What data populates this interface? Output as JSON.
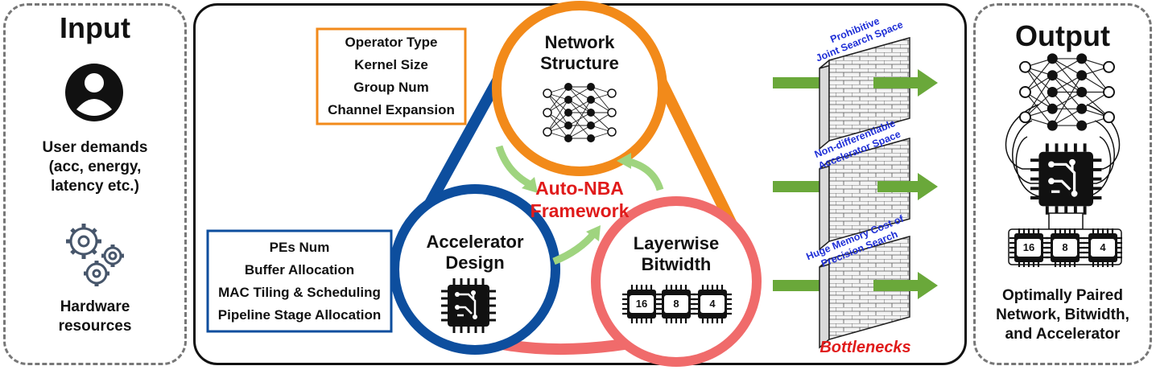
{
  "input": {
    "title": "Input",
    "user_demands": [
      "User demands",
      "(acc, energy,",
      "latency etc.)"
    ],
    "hardware": [
      "Hardware",
      "resources"
    ],
    "icons": [
      "user-icon",
      "gears-icon"
    ]
  },
  "framework": {
    "network": {
      "title": [
        "Network",
        "Structure"
      ],
      "icon": "neural-network-icon"
    },
    "accelerator": {
      "title": [
        "Accelerator",
        "Design"
      ],
      "icon": "chip-icon"
    },
    "bitwidth": {
      "title": [
        "Layerwise",
        "Bitwidth"
      ],
      "chips": [
        "16",
        "8",
        "4"
      ]
    },
    "center_label": [
      "Auto-NBA",
      "Framework"
    ],
    "network_params": [
      "Operator Type",
      "Kernel Size",
      "Group Num",
      "Channel Expansion"
    ],
    "accelerator_params": [
      "PEs Num",
      "Buffer Allocation",
      "MAC Tiling & Scheduling",
      "Pipeline Stage Allocation"
    ],
    "colors": {
      "network": "#f28a1a",
      "accelerator": "#0d4e9e",
      "bitwidth": "#f06b6b",
      "red_text": "#e01b1b",
      "arrow_green": "#9fd47f"
    }
  },
  "bottlenecks": {
    "items": [
      [
        "Prohibitive",
        "Joint Search Space"
      ],
      [
        "Non-differentiable",
        "Accelerator Space"
      ],
      [
        "Huge Memory Cost of",
        "Precision Search"
      ]
    ],
    "label": "Bottlenecks",
    "colors": {
      "text": "#1f2fd6",
      "arrow": "#6aa83a"
    }
  },
  "output": {
    "title": "Output",
    "chips": [
      "16",
      "8",
      "4"
    ],
    "caption": [
      "Optimally Paired",
      "Network, Bitwidth,",
      "and Accelerator"
    ]
  }
}
